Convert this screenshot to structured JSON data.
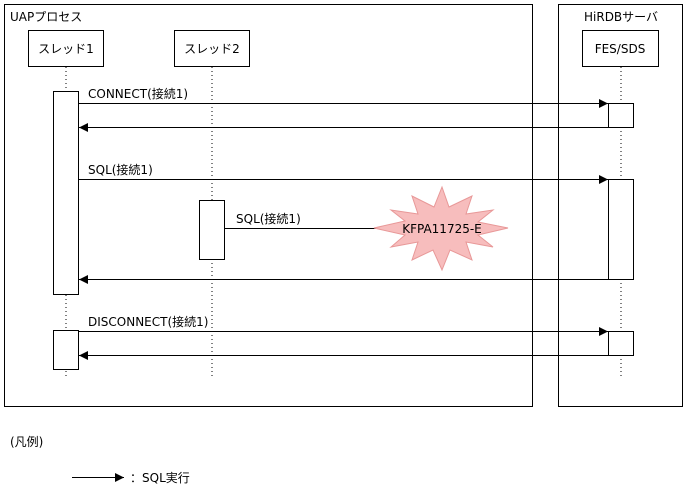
{
  "process_label": "UAPプロセス",
  "server_label": "HiRDBサーバ",
  "thread1_label": "スレッド1",
  "thread2_label": "スレッド2",
  "server_box_label": "FES/SDS",
  "messages": {
    "connect": "CONNECT(接続1)",
    "sql1": "SQL(接続1)",
    "sql2": "SQL(接続1)",
    "disconnect": "DISCONNECT(接続1)"
  },
  "error_code": "KFPA11725-E",
  "legend": {
    "title": "(凡例)",
    "arrow_text": "：SQL実行"
  },
  "colors": {
    "burst_fill": "#F7BDBD",
    "burst_stroke": "#E89898"
  }
}
